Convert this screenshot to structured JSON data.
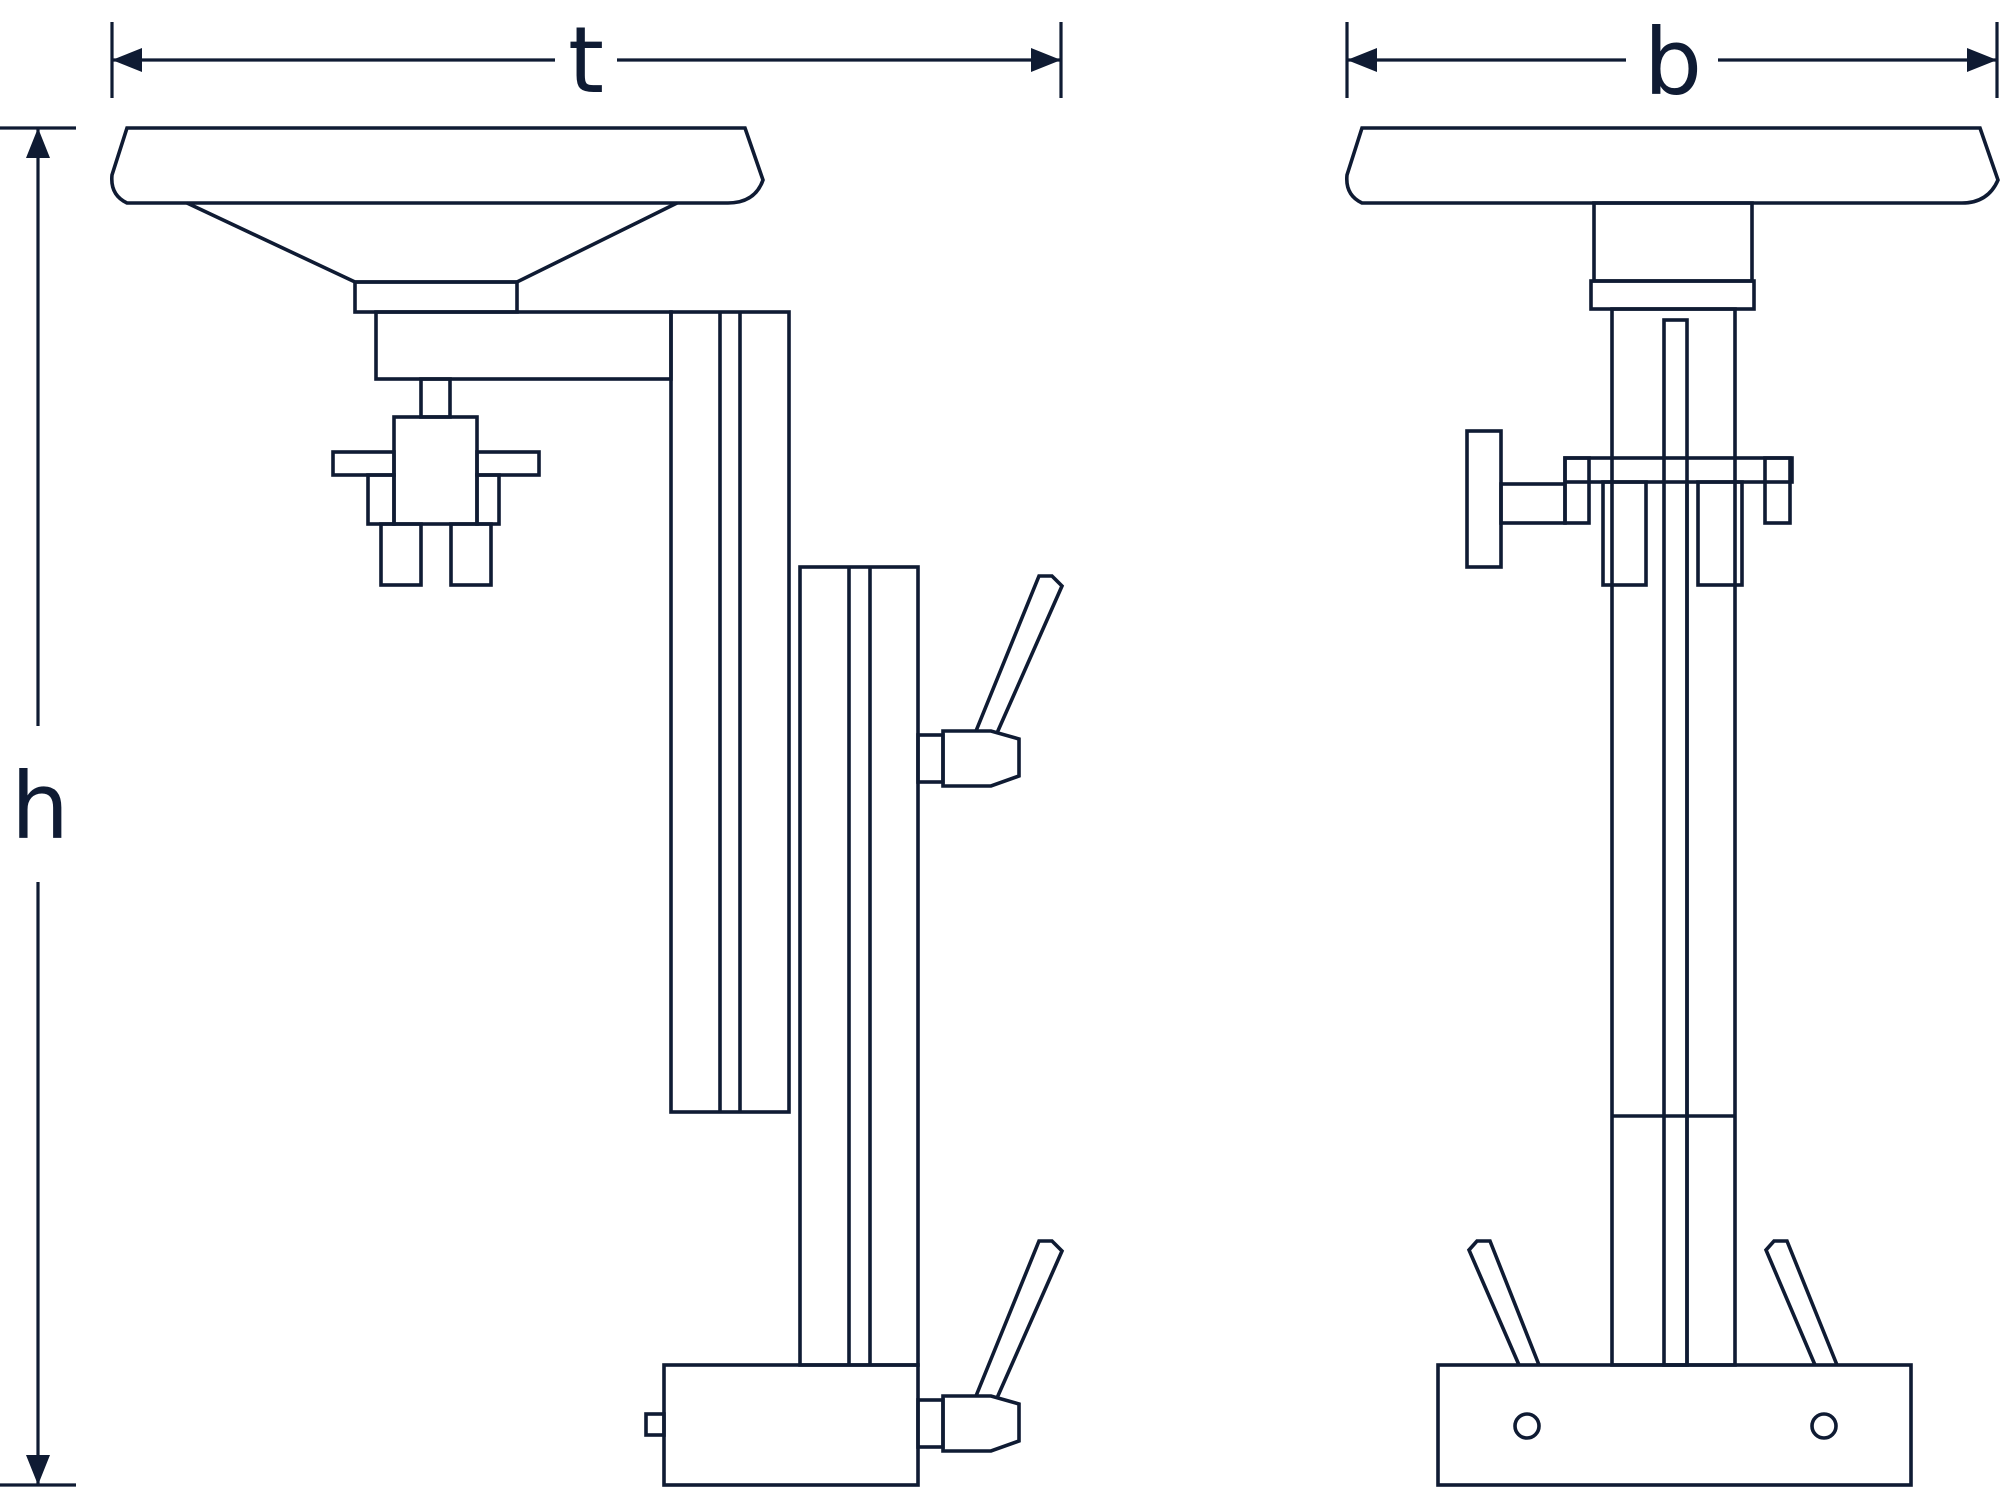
{
  "labels": {
    "t": "t",
    "b": "b",
    "h": "h"
  },
  "colors": {
    "stroke": "#0f1b33",
    "background": "#ffffff"
  }
}
